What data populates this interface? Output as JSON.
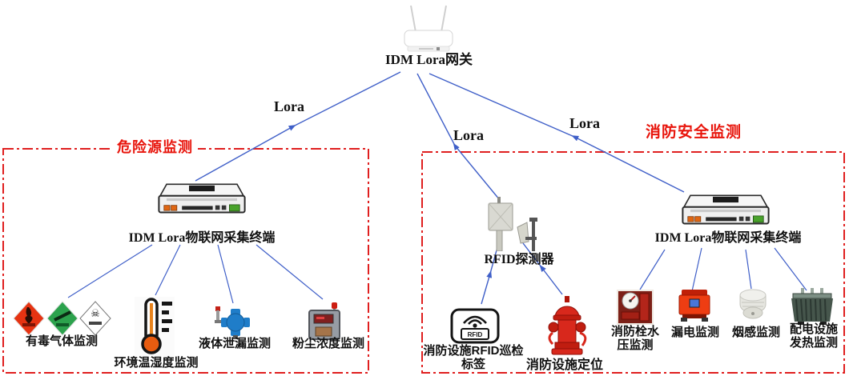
{
  "diagram": {
    "gateway_label": "IDM Lora网关",
    "lora_label": "Lora",
    "left_zone": {
      "title": "危险源监测",
      "terminal_label": "IDM Lora物联网采集终端",
      "devices": {
        "toxic_gas": "有毒气体监测",
        "temp_humidity": "环境温湿度监测",
        "liquid_leak": "液体泄漏监测",
        "dust": "粉尘浓度监测"
      }
    },
    "right_zone": {
      "title": "消防安全监测",
      "rfid_detector": "RFID探测器",
      "terminal_label": "IDM Lora物联网采集终端",
      "devices": {
        "rfid_tag": "消防设施RFID巡检标签",
        "rfid_tag_text": "RFID",
        "hydrant_locate": "消防设施定位",
        "hydrant_pressure": "消防栓水压监测",
        "leakage": "漏电监测",
        "smoke": "烟感监测",
        "transformer": "配电设施发热监测"
      }
    },
    "colors": {
      "zone_border": "#e01f1f",
      "zone_title": "#e8140b",
      "link_line": "#3f5fc8"
    }
  }
}
